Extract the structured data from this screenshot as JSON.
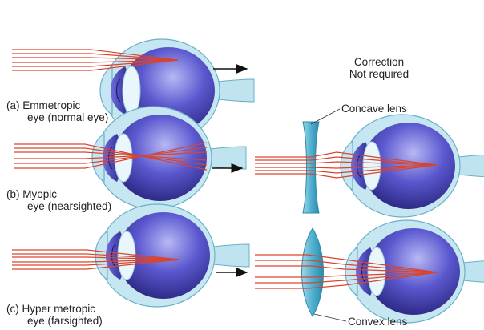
{
  "colors": {
    "eye_outer": "#bfe3ef",
    "eye_outline": "#6ab0c9",
    "eyeball_light": "#8e8fe6",
    "eyeball_dark": "#2a2780",
    "lens": "#ffffff",
    "iris": "#3d3aa0",
    "ray": "#d9442e",
    "corrective_lens": "#5fb8d3",
    "arrow": "#111111"
  },
  "panels": [
    {
      "id": "a",
      "label_line1": "(a)  Emmetropic",
      "label_line2": "eye (normal eye)",
      "correction_line1": "Correction",
      "correction_line2": "Not required"
    },
    {
      "id": "b",
      "label_line1": "(b)  Myopic",
      "label_line2": "eye (nearsighted)",
      "lens_label": "Concave lens"
    },
    {
      "id": "c",
      "label_line1": "(c)  Hyper metropic",
      "label_line2": "eye (farsighted)",
      "lens_label": "Convex lens"
    }
  ],
  "icons": [
    "arrow-right-icon",
    "eye-icon",
    "concave-lens-icon",
    "convex-lens-icon"
  ]
}
